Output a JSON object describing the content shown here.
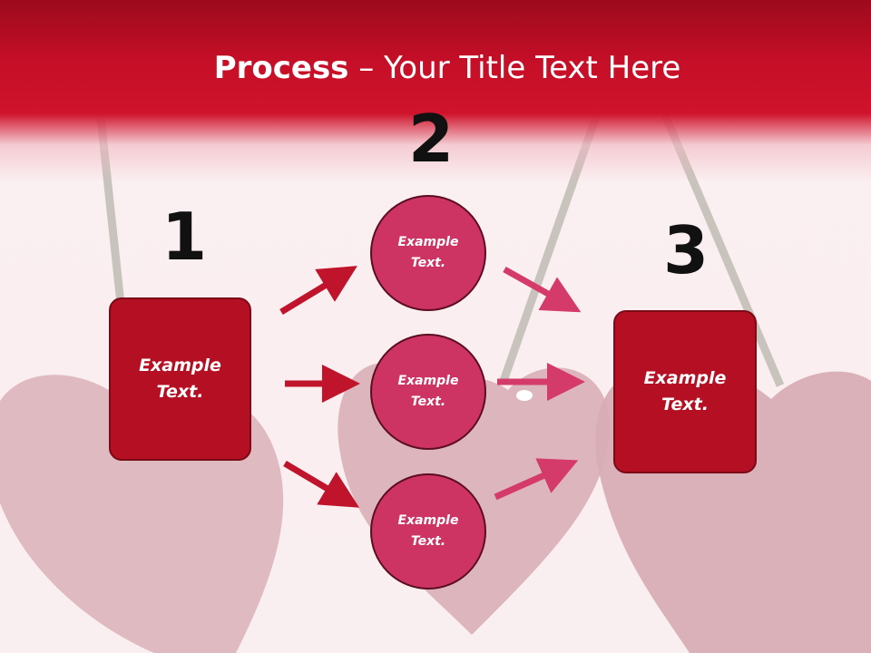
{
  "slide": {
    "title_bold": "Process",
    "title_rest": " – Your Title Text Here",
    "steps": [
      {
        "number": "1",
        "text_line1": "Example",
        "text_line2": "Text."
      },
      {
        "number": "2"
      },
      {
        "number": "3",
        "text_line1": "Example",
        "text_line2": "Text."
      }
    ],
    "circles": [
      {
        "text_line1": "Example",
        "text_line2": "Text."
      },
      {
        "text_line1": "Example",
        "text_line2": "Text."
      },
      {
        "text_line1": "Example",
        "text_line2": "Text."
      }
    ]
  },
  "colors": {
    "header_red": "#c60f28",
    "box_red": "#b40f22",
    "circle_pink": "#cd3464",
    "arrow_red": "#c0142c",
    "arrow_pink": "#d43a6a"
  }
}
